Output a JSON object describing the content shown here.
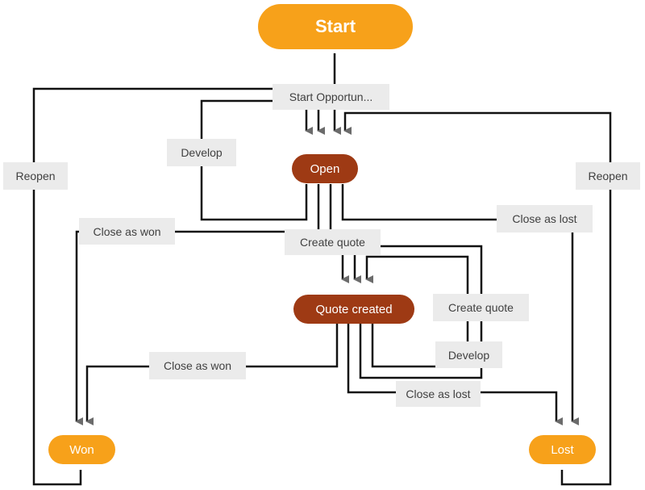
{
  "nodes": {
    "start": "Start",
    "open": "Open",
    "quote_created": "Quote created",
    "won": "Won",
    "lost": "Lost"
  },
  "edges": {
    "start_opportunity": "Start Opportun...",
    "develop_open": "Develop",
    "reopen_left": "Reopen",
    "reopen_right": "Reopen",
    "close_won_open": "Close as won",
    "close_lost_open": "Close as lost",
    "create_quote_open": "Create quote",
    "create_quote_loop": "Create quote",
    "develop_quote": "Develop",
    "close_won_quote": "Close as won",
    "close_lost_quote": "Close as lost"
  },
  "colors": {
    "start_node": "#f7a11a",
    "state_node": "#9e3a14",
    "end_node": "#f7a11a",
    "connector": "#111111",
    "arrow": "#6b6b6b",
    "label_bg": "#ebebeb"
  }
}
